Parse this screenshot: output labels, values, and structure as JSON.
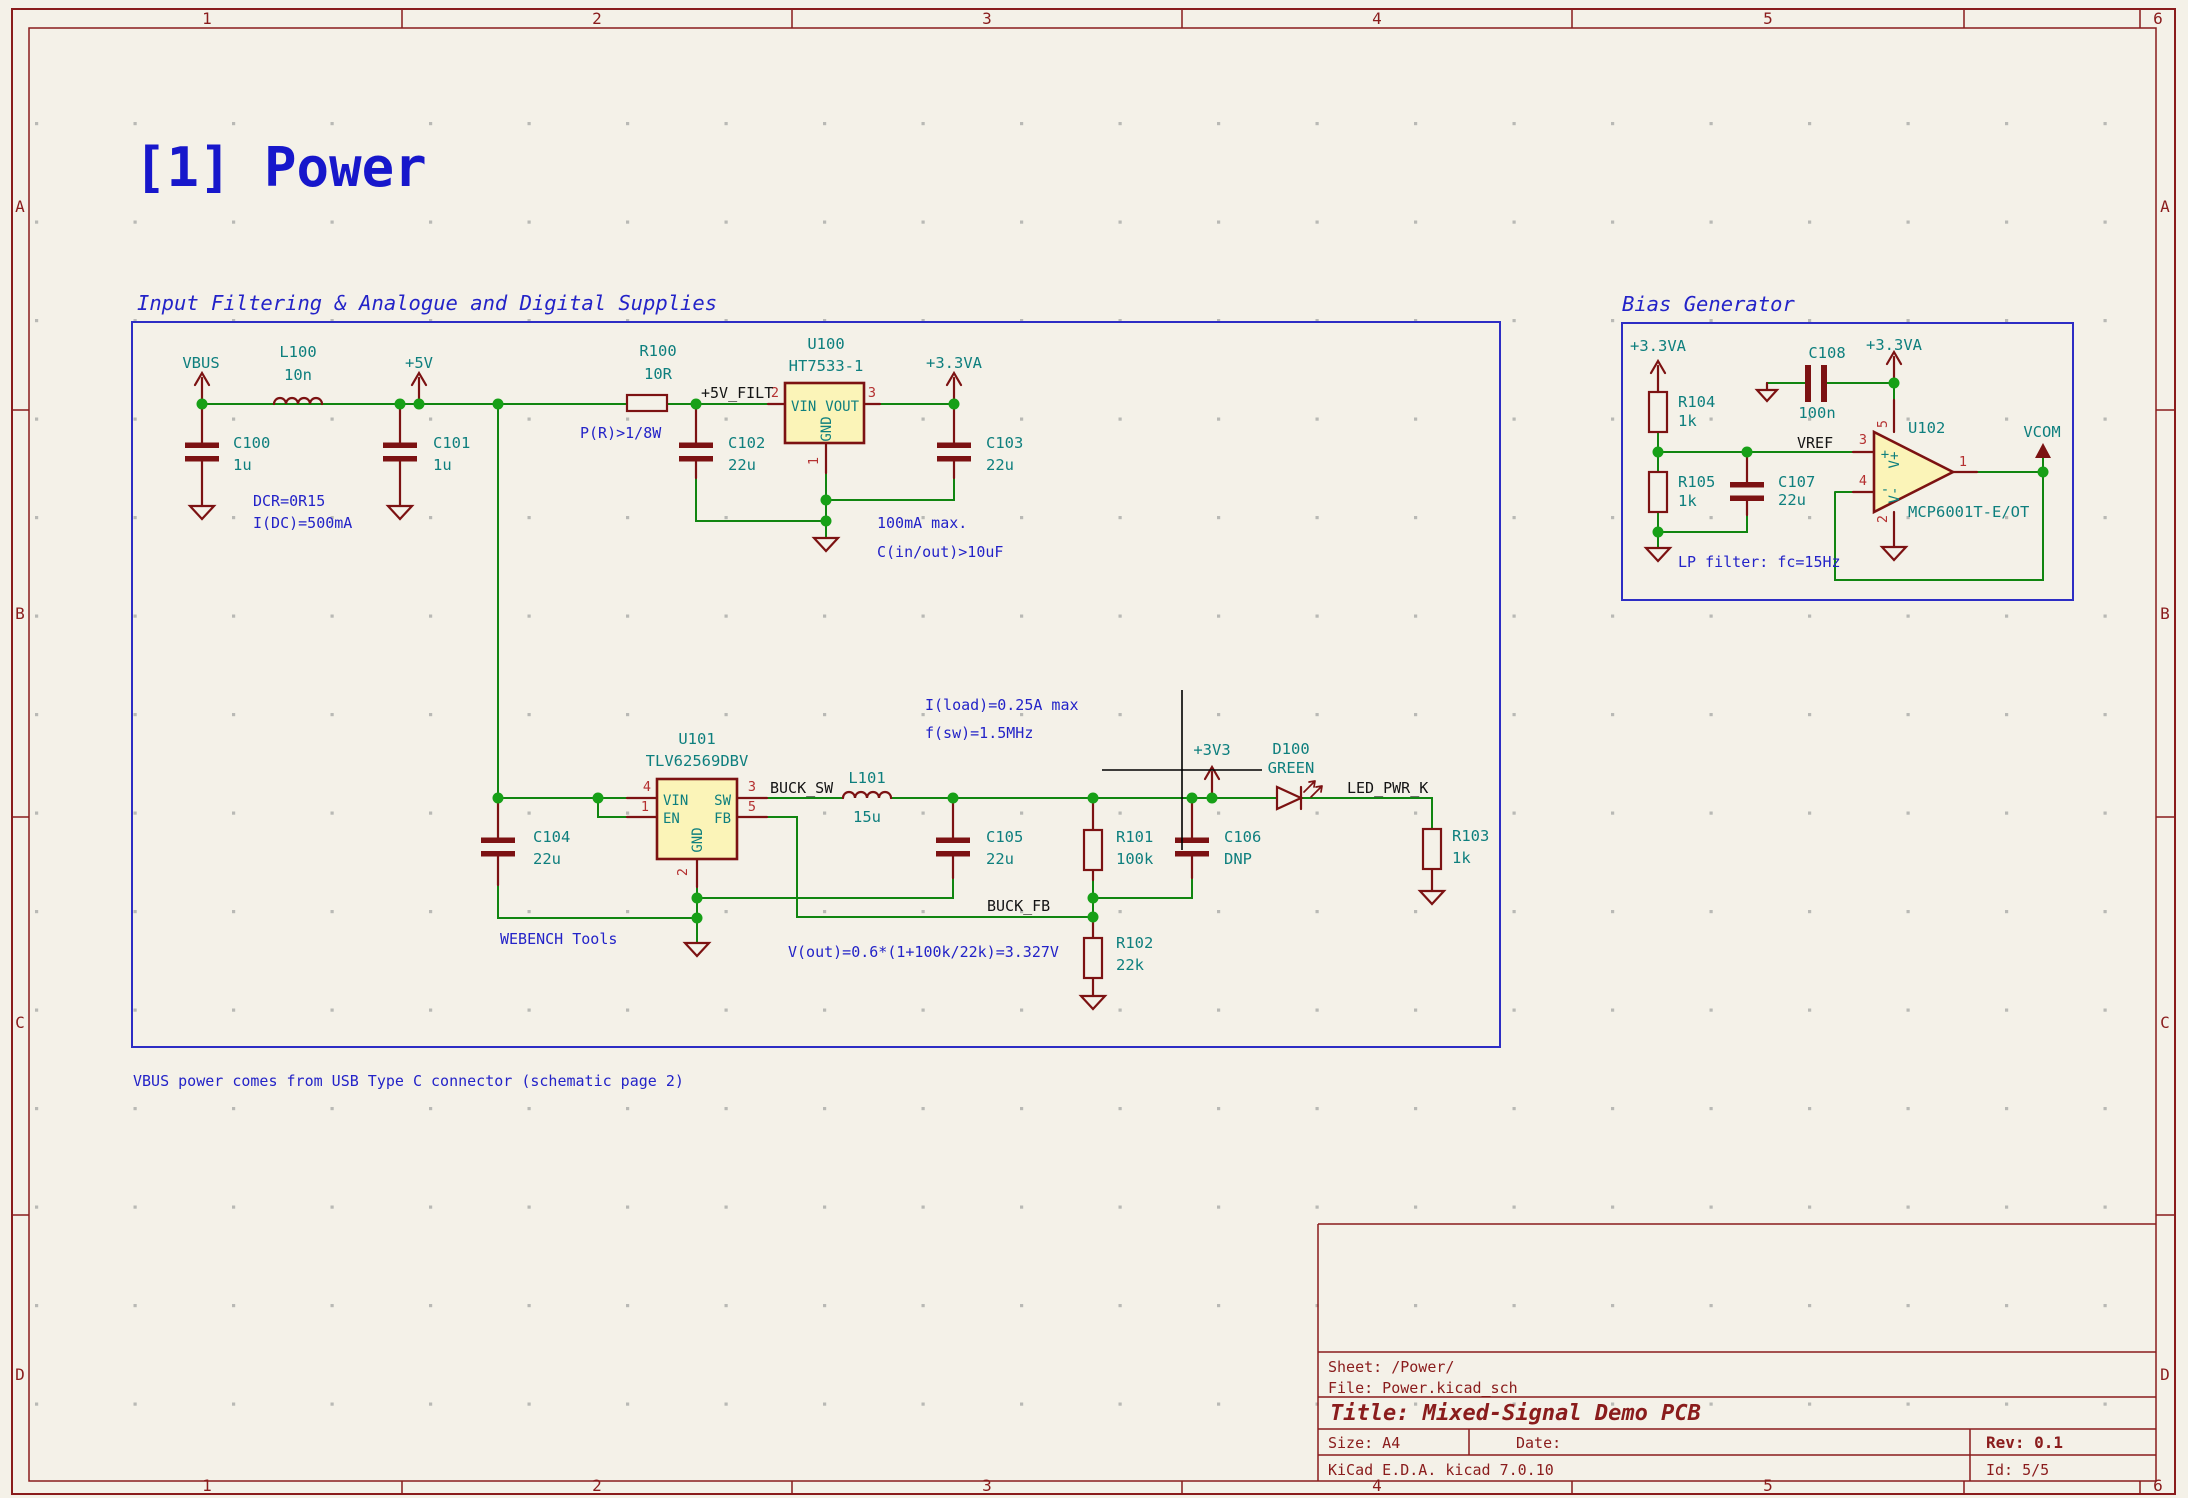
{
  "page": {
    "title": "[1] Power",
    "note_vbus": "VBUS power comes from USB Type C connector (schematic page 2)"
  },
  "sections": {
    "input": "Input Filtering & Analogue and Digital Supplies",
    "bias": "Bias Generator"
  },
  "border": {
    "cols": [
      "1",
      "2",
      "3",
      "4",
      "5",
      "6"
    ],
    "rows": [
      "A",
      "B",
      "C",
      "D"
    ]
  },
  "title_block": {
    "sheet": "Sheet: /Power/",
    "file": "File: Power.kicad_sch",
    "title": "Title: Mixed-Signal Demo PCB",
    "size": "Size: A4",
    "date": "Date:",
    "rev": "Rev: 0.1",
    "tool": "KiCad E.D.A. kicad 7.0.10",
    "id": "Id: 5/5"
  },
  "power": {
    "vbus": "VBUS",
    "p5v": "+5V",
    "p33va": "+3.3VA",
    "p3v3": "+3V3",
    "vcom": "VCOM"
  },
  "nets": {
    "filt": "+5V_FILT",
    "buck_sw": "BUCK_SW",
    "buck_fb": "BUCK_FB",
    "led": "LED_PWR_K",
    "vref": "VREF"
  },
  "notes": {
    "dcr": "DCR=0R15",
    "idc": "I(DC)=500mA",
    "pr": "P(R)>1/8W",
    "imax": "100mA max.",
    "cio": "C(in/out)>10uF",
    "iload": "I(load)=0.25A max",
    "fsw": "f(sw)=1.5MHz",
    "vout": "V(out)=0.6*(1+100k/22k)=3.327V",
    "webench": "WEBENCH Tools",
    "lp": "LP filter: fc=15Hz"
  },
  "components": {
    "c100": {
      "ref": "C100",
      "val": "1u"
    },
    "c101": {
      "ref": "C101",
      "val": "1u"
    },
    "c102": {
      "ref": "C102",
      "val": "22u"
    },
    "c103": {
      "ref": "C103",
      "val": "22u"
    },
    "c104": {
      "ref": "C104",
      "val": "22u"
    },
    "c105": {
      "ref": "C105",
      "val": "22u"
    },
    "c106": {
      "ref": "C106",
      "val": "DNP"
    },
    "c107": {
      "ref": "C107",
      "val": "22u"
    },
    "c108": {
      "ref": "C108",
      "val": "100n"
    },
    "l100": {
      "ref": "L100",
      "val": "10n"
    },
    "l101": {
      "ref": "L101",
      "val": "15u"
    },
    "r100": {
      "ref": "R100",
      "val": "10R"
    },
    "r101": {
      "ref": "R101",
      "val": "100k"
    },
    "r102": {
      "ref": "R102",
      "val": "22k"
    },
    "r103": {
      "ref": "R103",
      "val": "1k"
    },
    "r104": {
      "ref": "R104",
      "val": "1k"
    },
    "r105": {
      "ref": "R105",
      "val": "1k"
    },
    "d100": {
      "ref": "D100",
      "val": "GREEN"
    },
    "u100": {
      "ref": "U100",
      "val": "HT7533-1",
      "pins": {
        "vin": "VIN",
        "vout": "VOUT",
        "gnd": "GND"
      },
      "nums": {
        "p1": "1",
        "p2": "2",
        "p3": "3"
      }
    },
    "u101": {
      "ref": "U101",
      "val": "TLV62569DBV",
      "pins": {
        "vin": "VIN",
        "en": "EN",
        "sw": "SW",
        "fb": "FB",
        "gnd": "GND"
      },
      "nums": {
        "p1": "1",
        "p2": "2",
        "p3": "3",
        "p4": "4",
        "p5": "5"
      }
    },
    "u102": {
      "ref": "U102",
      "val": "MCP6001T-E/OT",
      "pins": {
        "plus": "+",
        "minus": "-",
        "vplus": "V+",
        "vminus": "V-"
      },
      "nums": {
        "p1": "1",
        "p2": "2",
        "p3": "3",
        "p4": "4",
        "p5": "5"
      }
    }
  },
  "colors": {
    "background": "#f4f1e8",
    "wire_green": "#108510",
    "junction_green": "#17a017",
    "symbol_red": "#7c1212",
    "pin_red": "#b43030",
    "ref_teal": "#0e7f7e",
    "note_blue": "#2323c8",
    "box_blue": "#2d2dc4",
    "label_black": "#141414",
    "titleblock_red": "#8a1c1c",
    "fill_yellow": "#fbf4b8",
    "grid_dot": "#b9b9b5",
    "cursor_black": "#000000"
  }
}
